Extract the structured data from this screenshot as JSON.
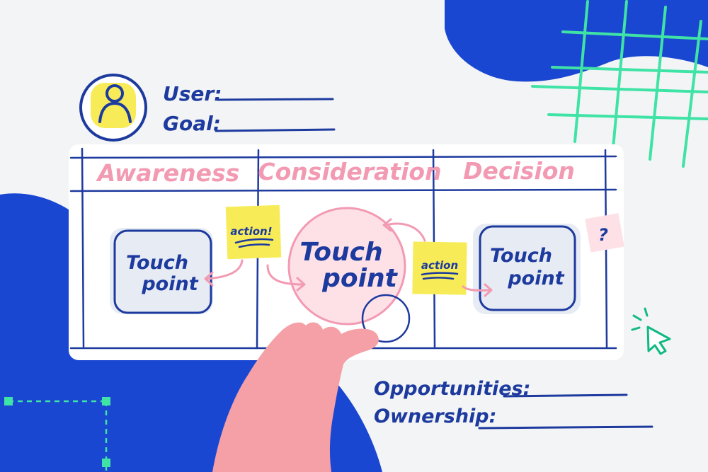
{
  "header": {
    "user_label": "User:",
    "goal_label": "Goal:"
  },
  "stages": [
    "Awareness",
    "Consideration",
    "Decision"
  ],
  "cards": {
    "touch1": [
      "Touch",
      "point"
    ],
    "touch2": [
      "Touch",
      "point"
    ],
    "touch3": [
      "Touch",
      "point"
    ]
  },
  "notes": {
    "action1": "action!",
    "action2": "action",
    "question": "?"
  },
  "footer": {
    "opportunities_label": "Opportunities:",
    "ownership_label": "Ownership:"
  },
  "colors": {
    "blue": "#1a47d1",
    "ink": "#1d3a9e",
    "pink": "#f39ab3",
    "yellow": "#f7ec57",
    "green": "#3fe3a5",
    "card": "#e7ebf3"
  },
  "icons": [
    "user-avatar-icon",
    "cursor-arrow-icon",
    "question-note-icon"
  ]
}
